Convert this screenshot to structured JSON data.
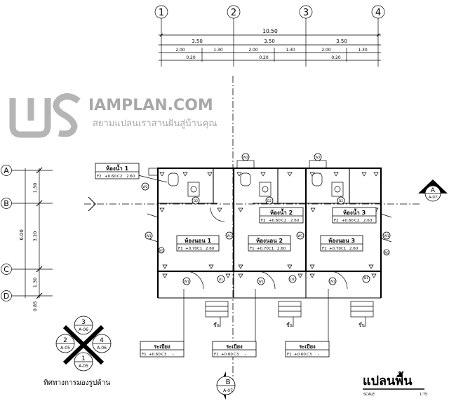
{
  "brand": {
    "name": "IAMPLAN.COM",
    "slogan": "สยามแปลนเราสานฝันสู่บ้านคุณ"
  },
  "grid_columns": [
    "1",
    "2",
    "3",
    "4"
  ],
  "grid_rows": [
    "A",
    "B",
    "C",
    "D"
  ],
  "dimensions": {
    "top_total": "10.50",
    "top_bays": [
      "3.50",
      "3.50",
      "3.50"
    ],
    "top_sub": [
      "2.00",
      "1.30",
      "2.00",
      "1.30",
      "2.00",
      "1.30"
    ],
    "top_small": [
      "0.20",
      "0.20",
      "0.20"
    ],
    "left_total": "6.00",
    "left_parts": [
      "1.50",
      "3.20",
      "1.30",
      "0.85"
    ]
  },
  "rooms": {
    "bath1": {
      "name": "ห้องน้ำ 1",
      "f": "F2",
      "f_val": "+0.60",
      "c": "C2",
      "c_val": "2.60"
    },
    "bath2": {
      "name": "ห้องน้ำ 2",
      "f": "F2",
      "f_val": "+0.60",
      "c": "C2",
      "c_val": "2.60"
    },
    "bath3": {
      "name": "ห้องน้ำ 3",
      "f": "F2",
      "f_val": "+0.60",
      "c": "C2",
      "c_val": "2.60"
    },
    "bed1": {
      "name": "ห้องนอน 1",
      "f": "F1",
      "f_val": "+0.70",
      "c": "C1",
      "c_val": "2.60"
    },
    "bed2": {
      "name": "ห้องนอน 2",
      "f": "F1",
      "f_val": "+0.70",
      "c": "C1",
      "c_val": "2.60"
    },
    "bed3": {
      "name": "ห้องนอน 3",
      "f": "F1",
      "f_val": "+0.70",
      "c": "C1",
      "c_val": "2.60"
    },
    "porch1": {
      "name": "ระเบียง",
      "f": "F1",
      "f_val": "+0.60",
      "c": "C3",
      "c_val": "-"
    },
    "porch2": {
      "name": "ระเบียง",
      "f": "F1",
      "f_val": "+0.60",
      "c": "C3",
      "c_val": "-"
    },
    "porch3": {
      "name": "ระเบียง",
      "f": "F1",
      "f_val": "+0.60",
      "c": "C3",
      "c_val": "-"
    }
  },
  "tags": {
    "window": "W1",
    "window2": "W2",
    "door": "D1",
    "door2": "D2",
    "step": "ขึ้น"
  },
  "section_a": {
    "letter": "A",
    "sheet": "A-07"
  },
  "section_b": {
    "letter": "B",
    "sheet": "A-07"
  },
  "elevation_key": {
    "n3": "3",
    "s3": "A-06",
    "n2": "2",
    "s2": "A-05",
    "n4": "4",
    "s4": "A-06",
    "n1": "1",
    "s1": "A-05",
    "caption": "ทิศทางการมองรูปด้าน"
  },
  "title": {
    "main": "แปลนพื้น",
    "scale_label": "SCALE",
    "scale_value": "1:75"
  }
}
